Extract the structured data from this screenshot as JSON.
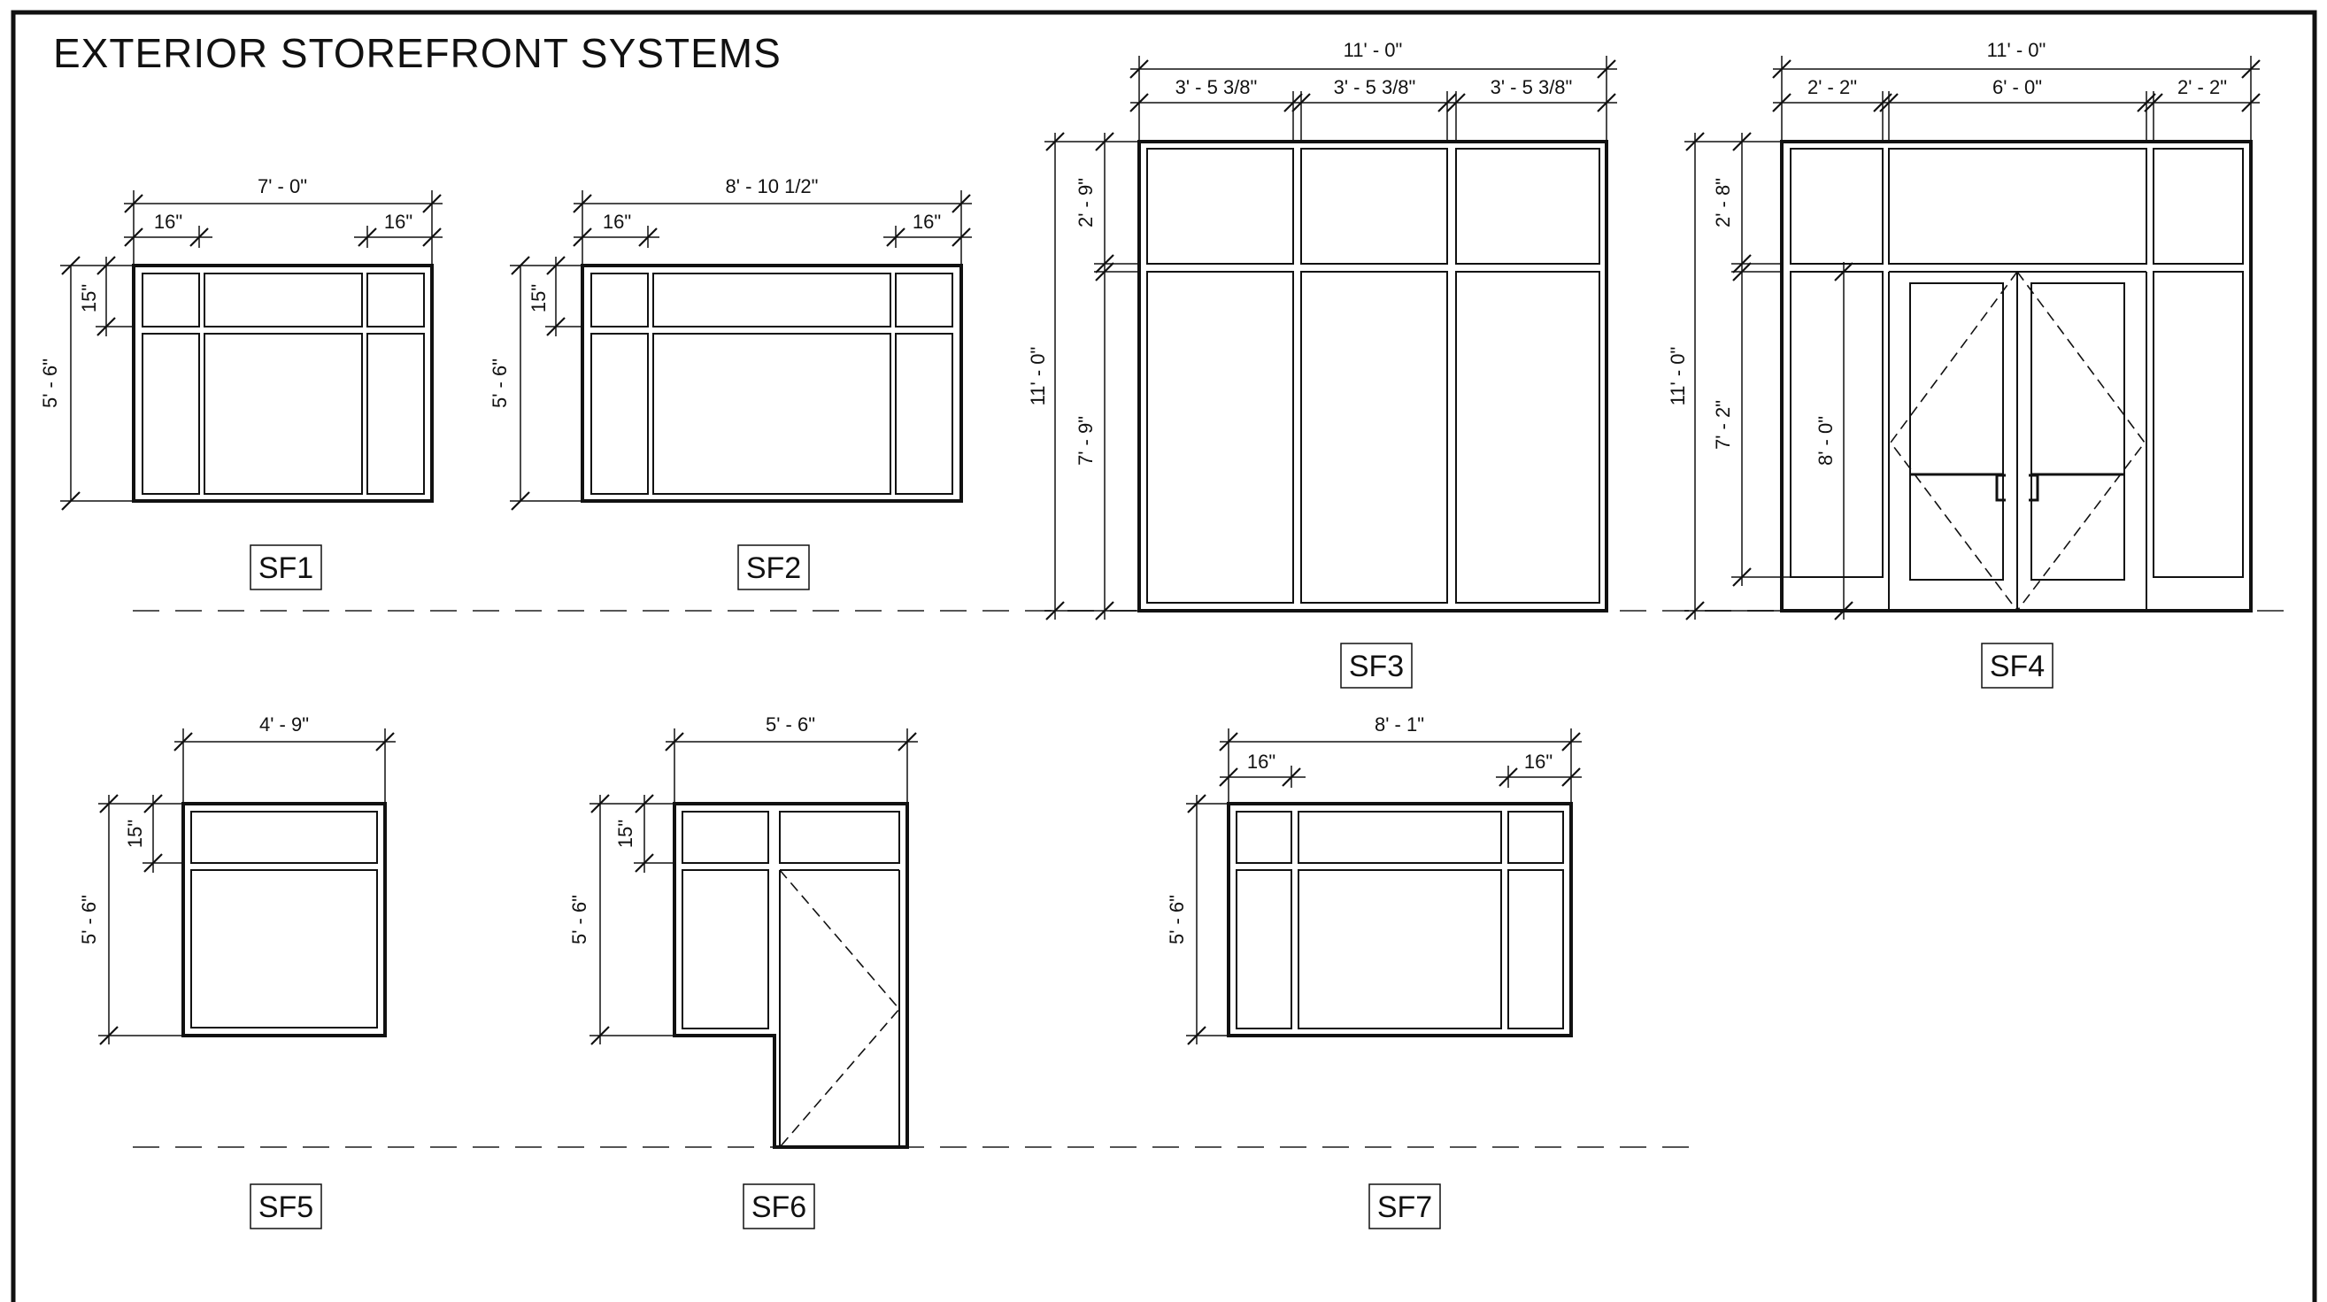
{
  "title": "EXTERIOR STOREFRONT SYSTEMS",
  "systems": {
    "sf1": {
      "label": "SF1",
      "width": "7' - 0\"",
      "left": "16\"",
      "right": "16\"",
      "transom": "15\"",
      "height": "5' - 6\""
    },
    "sf2": {
      "label": "SF2",
      "width": "8' - 10 1/2\"",
      "left": "16\"",
      "right": "16\"",
      "transom": "15\"",
      "height": "5' - 6\""
    },
    "sf3": {
      "label": "SF3",
      "width": "11' - 0\"",
      "bays": [
        "3' - 5 3/8\"",
        "3' - 5 3/8\"",
        "3' - 5 3/8\""
      ],
      "upper": "2' - 9\"",
      "lower": "7' - 9\"",
      "height": "11' - 0\""
    },
    "sf4": {
      "label": "SF4",
      "width": "11' - 0\"",
      "bays": [
        "2' - 2\"",
        "6' - 0\"",
        "2' - 2\""
      ],
      "upper": "2' - 8\"",
      "lower": "7' - 2\"",
      "height": "11' - 0\"",
      "door": "8' - 0\""
    },
    "sf5": {
      "label": "SF5",
      "width": "4' - 9\"",
      "transom": "15\"",
      "height": "5' - 6\""
    },
    "sf6": {
      "label": "SF6",
      "width": "5' - 6\"",
      "transom": "15\"",
      "height": "5' - 6\""
    },
    "sf7": {
      "label": "SF7",
      "width": "8' - 1\"",
      "left": "16\"",
      "right": "16\"",
      "transom": "15\"",
      "height": "5' - 6\""
    }
  }
}
